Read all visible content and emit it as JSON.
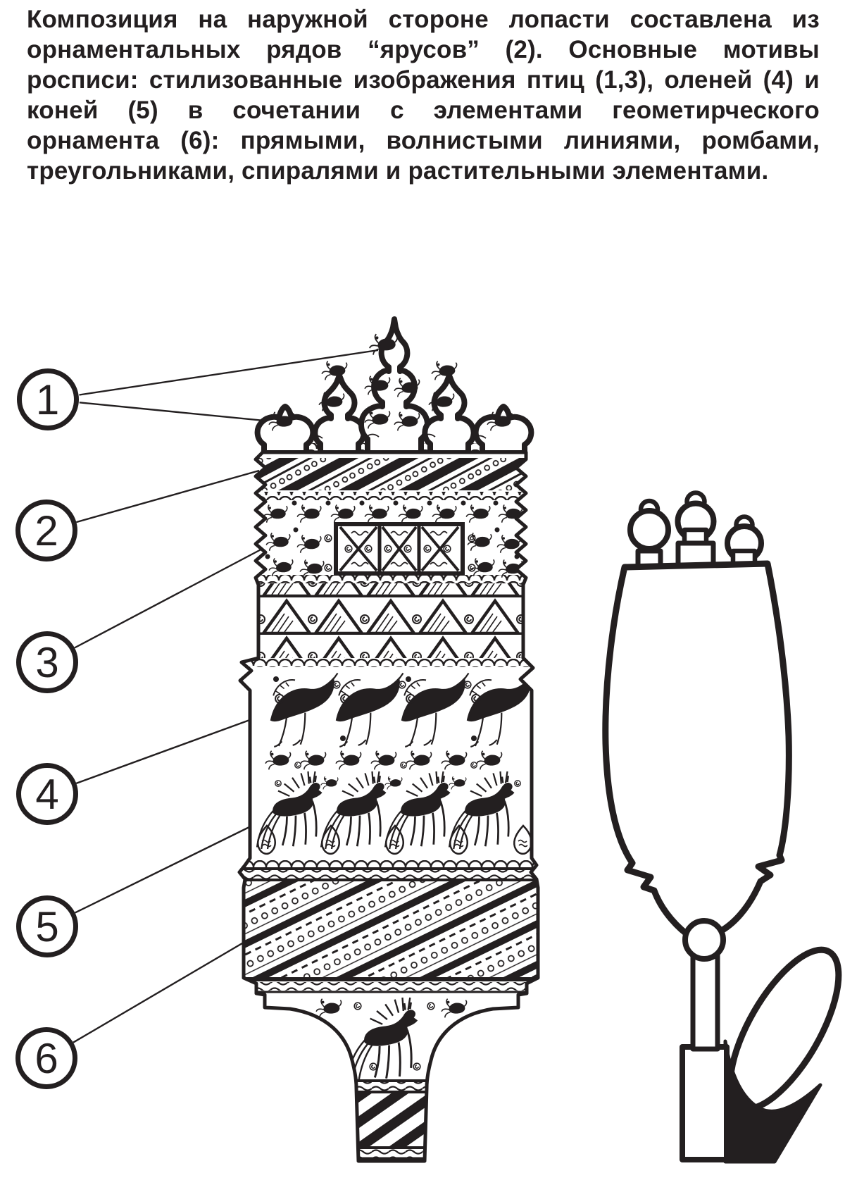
{
  "paragraph": "Композиция на наружной стороне лопасти составлена из орнаментальных рядов “ярусов” (2). Основные мотивы росписи: стилизованные изображения птиц (1,3), оленей (4) и коней (5) в сочетании с элементами геометирческого орнамента (6): прямыми, волнистыми линиями, ромбами, треугольниками, спиралями и растительными элементами.",
  "callouts": [
    {
      "number": "1"
    },
    {
      "number": "2"
    },
    {
      "number": "3"
    },
    {
      "number": "4"
    },
    {
      "number": "5"
    },
    {
      "number": "6"
    }
  ],
  "colors": {
    "ink": "#231f20",
    "paper": "#ffffff"
  }
}
